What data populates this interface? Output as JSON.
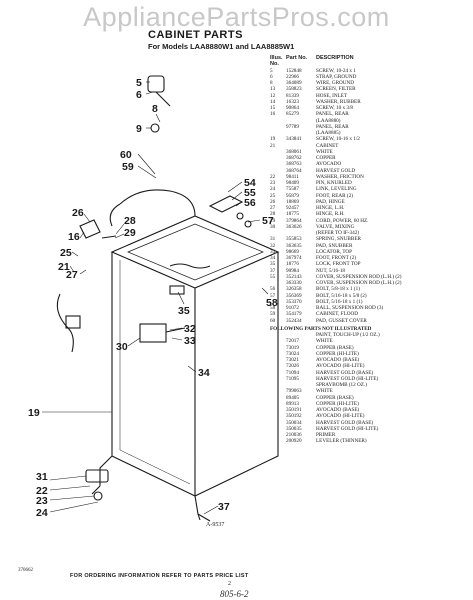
{
  "watermark": "AppliancePartsPros.com",
  "header": {
    "title": "CABINET PARTS",
    "subtitle": "For Models LAA8880W1 and LAA8885W1"
  },
  "diagram": {
    "code": "A-9537",
    "callouts": [
      "5",
      "6",
      "8",
      "9",
      "60",
      "59",
      "54",
      "55",
      "56",
      "57",
      "26",
      "28",
      "29",
      "16",
      "25",
      "21",
      "58",
      "27",
      "35",
      "32",
      "33",
      "30",
      "34",
      "19",
      "31",
      "22",
      "23",
      "24",
      "37"
    ]
  },
  "parts_table": {
    "headers": {
      "key": "Illus. No.",
      "part": "Part No.",
      "description": "DESCRIPTION"
    },
    "rows": [
      {
        "key": "5",
        "part": "152848",
        "desc": "SCREW, 10-24 x 1"
      },
      {
        "key": "6",
        "part": "22966",
        "desc": "STRAP, GROUND"
      },
      {
        "key": "8",
        "part": "364089",
        "desc": "WIRE, GROUND"
      },
      {
        "key": "13",
        "part": "358823",
        "desc": "SCREEN, FILTER"
      },
      {
        "key": "12",
        "part": "81339",
        "desc": "HOSE, INLET"
      },
      {
        "key": "14",
        "part": "16323",
        "desc": "WASHER, RUBBER"
      },
      {
        "key": "15",
        "part": "90864",
        "desc": "SCREW, 10 x 3/8"
      },
      {
        "key": "16",
        "part": "85279",
        "desc": "PANEL, REAR"
      },
      {
        "key": "",
        "part": "",
        "desc": "(LAA8880)"
      },
      {
        "key": "",
        "part": "97789",
        "desc": "PANEL, REAR"
      },
      {
        "key": "",
        "part": "",
        "desc": "(LAA8885)"
      },
      {
        "key": "19",
        "part": "343841",
        "desc": "SCREW, 10-16 x 1/2"
      },
      {
        "key": "21",
        "part": "",
        "desc": "CABINET"
      },
      {
        "key": "",
        "part": "368061",
        "desc": "WHITE"
      },
      {
        "key": "",
        "part": "368762",
        "desc": "COPPER"
      },
      {
        "key": "",
        "part": "368763",
        "desc": "AVOCADO"
      },
      {
        "key": "",
        "part": "368764",
        "desc": "HARVEST GOLD"
      },
      {
        "key": "22",
        "part": "98411",
        "desc": "WASHER, FRICTION"
      },
      {
        "key": "23",
        "part": "98409",
        "desc": "PIN, KNURLED"
      },
      {
        "key": "24",
        "part": "75587",
        "desc": "LINK, LEVELING"
      },
      {
        "key": "25",
        "part": "95879",
        "desc": "FOOT, REAR (2)"
      },
      {
        "key": "26",
        "part": "18869",
        "desc": "PAD, HINGE"
      },
      {
        "key": "27",
        "part": "92457",
        "desc": "HINGE, L.H."
      },
      {
        "key": "28",
        "part": "18775",
        "desc": "HINGE, R.H."
      },
      {
        "key": "29",
        "part": "379864",
        "desc": "CORD, POWER, 60 HZ."
      },
      {
        "key": "30",
        "part": "363626",
        "desc": "VALVE, MIXING"
      },
      {
        "key": "",
        "part": "",
        "desc": "(REFER TO IF-342)"
      },
      {
        "key": "31",
        "part": "355853",
        "desc": "SPRING, SNUBBER"
      },
      {
        "key": "32",
        "part": "363635",
        "desc": "PAD, SNUBBER"
      },
      {
        "key": "33",
        "part": "98669",
        "desc": "LOCATOR, TOP"
      },
      {
        "key": "34",
        "part": "367974",
        "desc": "FOOT, FRONT (2)"
      },
      {
        "key": "35",
        "part": "18776",
        "desc": "LOCK, FRONT TOP"
      },
      {
        "key": "37",
        "part": "90984",
        "desc": "NUT, 5/16-18"
      },
      {
        "key": "55",
        "part": "352143",
        "desc": "COVER, SUSPENSION ROD (L.H.) (2)"
      },
      {
        "key": "",
        "part": "363330",
        "desc": "COVER, SUSPENSION ROD (L.H.) (2)"
      },
      {
        "key": "56",
        "part": "326358",
        "desc": "BOLT, 5/8-18 x 1 (1)"
      },
      {
        "key": "57",
        "part": "356369",
        "desc": "BOLT, 5/16-18 x 5/8 (2)"
      },
      {
        "key": "",
        "part": "353370",
        "desc": "BOLT, 5/16-18 x 1 (1)"
      },
      {
        "key": "58",
        "part": "91072",
        "desc": "BALL, SUSPENSION ROD (3)"
      },
      {
        "key": "59",
        "part": "354179",
        "desc": "CABINET, FLOOD"
      },
      {
        "key": "60",
        "part": "352434",
        "desc": "PAD, GUSSET COVER"
      }
    ],
    "not_illustrated_heading": "FOLLOWING PARTS NOT ILLUSTRATED",
    "not_illustrated": [
      {
        "part": "",
        "desc": "PAINT, TOUCH-UP (1/2 OZ.)"
      },
      {
        "part": "72017",
        "desc": "WHITE"
      },
      {
        "part": "73019",
        "desc": "COPPER (BASE)"
      },
      {
        "part": "73024",
        "desc": "COPPER (HI-LITE)"
      },
      {
        "part": "73021",
        "desc": "AVOCADO (BASE)"
      },
      {
        "part": "72026",
        "desc": "AVOCADO (HI-LITE)"
      },
      {
        "part": "71094",
        "desc": "HARVEST GOLD (BASE)"
      },
      {
        "part": "71095",
        "desc": "HARVEST GOLD (HI-LITE)"
      },
      {
        "part": "",
        "desc": "SPRAYBOMB (12 OZ.)"
      },
      {
        "part": "799063",
        "desc": "WHITE"
      },
      {
        "part": "89405",
        "desc": "COPPER (BASE)"
      },
      {
        "part": "89913",
        "desc": "COPPER (HI-LITE)"
      },
      {
        "part": "350191",
        "desc": "AVOCADO (BASE)"
      },
      {
        "part": "350192",
        "desc": "AVOCADO (HI-LITE)"
      },
      {
        "part": "350034",
        "desc": "HARVEST GOLD (BASE)"
      },
      {
        "part": "350035",
        "desc": "HARVEST GOLD (HI-LITE)"
      },
      {
        "part": "210036",
        "desc": "PRIMER"
      },
      {
        "part": "200920",
        "desc": "LEVELER (THINNER)"
      }
    ]
  },
  "footer": {
    "code": "370662",
    "order_notice": "FOR ORDERING INFORMATION REFER TO PARTS PRICE LIST",
    "page": "2",
    "handwritten": "805-6-2"
  }
}
